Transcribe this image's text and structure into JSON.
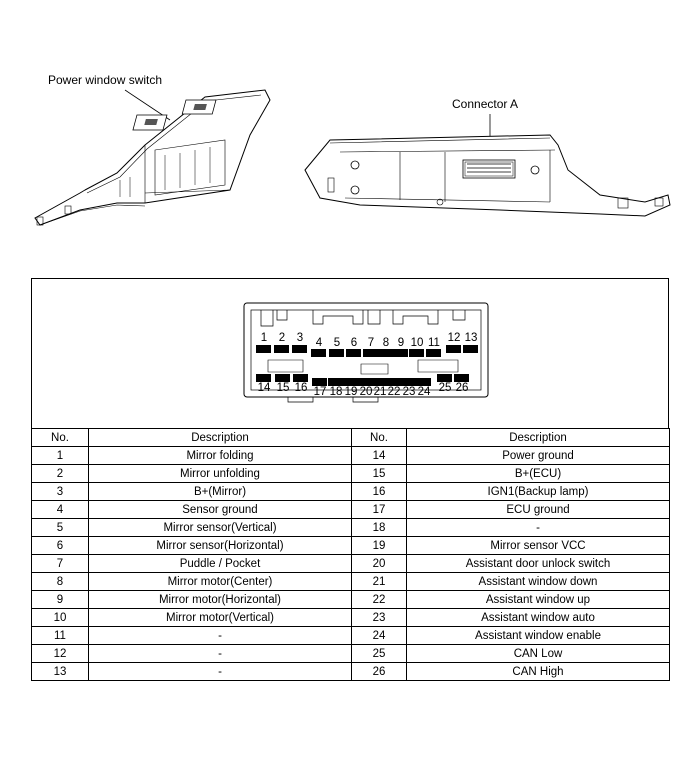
{
  "labels": {
    "power_window_switch": "Power window switch",
    "connector_a": "Connector A"
  },
  "connector": {
    "top_pins": [
      "1",
      "2",
      "3",
      "4",
      "5",
      "6",
      "7",
      "8",
      "9",
      "10",
      "11",
      "12",
      "13"
    ],
    "bottom_pins": [
      "14",
      "15",
      "16",
      "17",
      "18",
      "19",
      "20",
      "21",
      "22",
      "23",
      "24",
      "25",
      "26"
    ]
  },
  "table": {
    "headers": [
      "No.",
      "Description",
      "No.",
      "Description"
    ],
    "rows": [
      [
        "1",
        "Mirror folding",
        "14",
        "Power ground"
      ],
      [
        "2",
        "Mirror unfolding",
        "15",
        "B+(ECU)"
      ],
      [
        "3",
        "B+(Mirror)",
        "16",
        "IGN1(Backup lamp)"
      ],
      [
        "4",
        "Sensor ground",
        "17",
        "ECU ground"
      ],
      [
        "5",
        "Mirror sensor(Vertical)",
        "18",
        "-"
      ],
      [
        "6",
        "Mirror sensor(Horizontal)",
        "19",
        "Mirror sensor VCC"
      ],
      [
        "7",
        "Puddle / Pocket",
        "20",
        "Assistant door unlock switch"
      ],
      [
        "8",
        "Mirror motor(Center)",
        "21",
        "Assistant window down"
      ],
      [
        "9",
        "Mirror motor(Horizontal)",
        "22",
        "Assistant window up"
      ],
      [
        "10",
        "Mirror motor(Vertical)",
        "23",
        "Assistant window auto"
      ],
      [
        "11",
        "-",
        "24",
        "Assistant window enable"
      ],
      [
        "12",
        "-",
        "25",
        "CAN Low"
      ],
      [
        "13",
        "-",
        "26",
        "CAN High"
      ]
    ]
  }
}
